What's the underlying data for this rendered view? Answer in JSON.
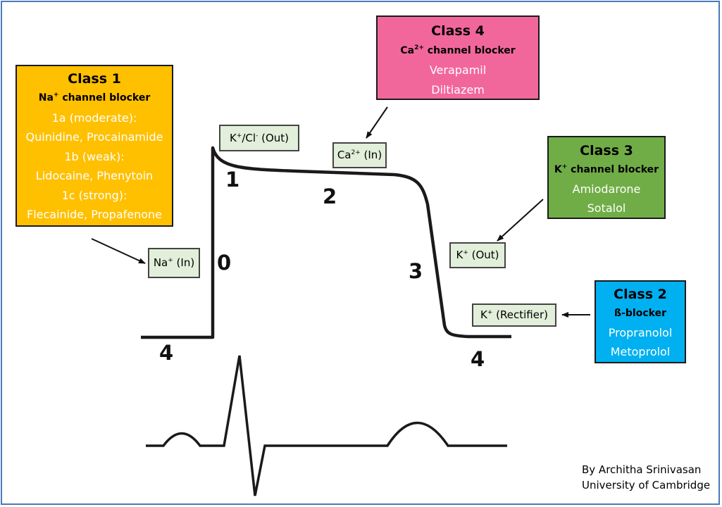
{
  "classes": {
    "class1": {
      "title": "Class 1",
      "subtitle_main": "Na",
      "subtitle_sup": "+",
      "subtitle_rest": " channel blocker",
      "lines": [
        "1a (moderate):",
        "Quinidine, Procainamide",
        "1b (weak):",
        "Lidocaine, Phenytoin",
        "1c (strong):",
        "Flecainide, Propafenone"
      ],
      "color": "#ffc000"
    },
    "class4": {
      "title": "Class 4",
      "subtitle_main": "Ca",
      "subtitle_sup": "2+",
      "subtitle_rest": " channel blocker",
      "lines": [
        "Verapamil",
        "Diltiazem"
      ],
      "color": "#f2679b"
    },
    "class3": {
      "title": "Class 3",
      "subtitle_main": "K",
      "subtitle_sup": "+",
      "subtitle_rest": " channel blocker",
      "lines": [
        "Amiodarone",
        "Sotalol"
      ],
      "color": "#70ad47"
    },
    "class2": {
      "title": "Class 2",
      "subtitle": "ß-blocker",
      "lines": [
        "Propranolol",
        "Metoprolol"
      ],
      "color": "#00b0f0"
    }
  },
  "ions": {
    "na_in": {
      "ion": "Na",
      "sup": "+",
      "rest": " (In)"
    },
    "k_cl_out": {
      "ion": "K",
      "sup": "+",
      "ion2": "/Cl",
      "sup2": "-",
      "rest": " (Out)"
    },
    "ca_in": {
      "ion": "Ca",
      "sup": "2+",
      "rest": " (In)"
    },
    "k_out": {
      "ion": "K",
      "sup": "+",
      "rest": " (Out)"
    },
    "k_rectifier": {
      "ion": "K",
      "sup": "+",
      "rest": " (Rectifier)"
    }
  },
  "phases": {
    "p0": "0",
    "p1": "1",
    "p2": "2",
    "p3": "3",
    "p4_left": "4",
    "p4_right": "4"
  },
  "credit": {
    "author": "By Architha Srinivasan",
    "institution": "University of Cambridge"
  },
  "colors": {
    "ion_box": "#e2efda",
    "frame": "#4a7ab8",
    "curve": "#1a1a1a"
  }
}
